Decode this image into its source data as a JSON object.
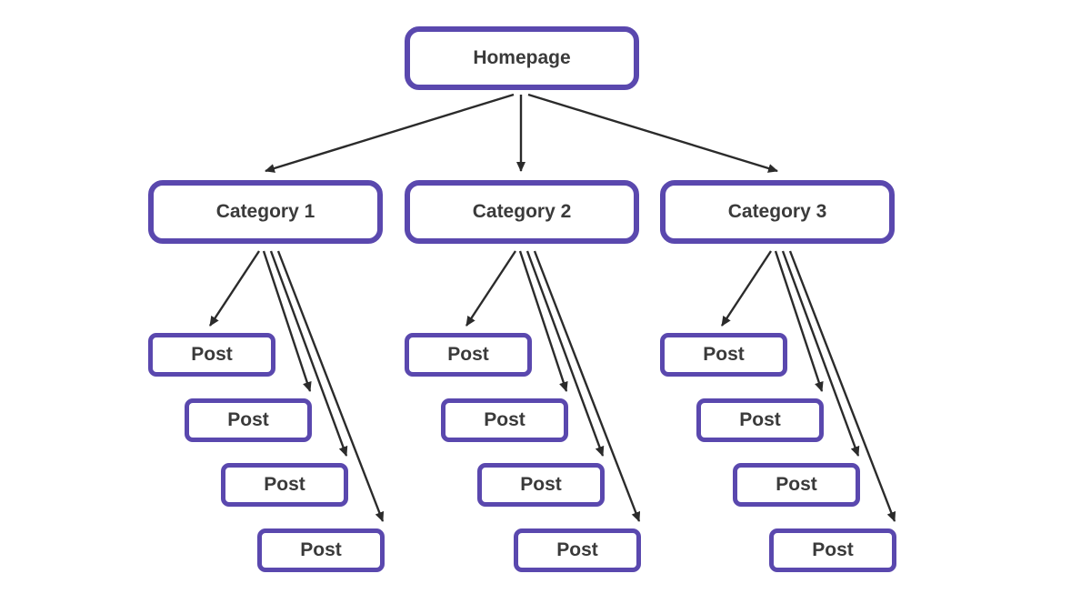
{
  "homepage": {
    "label": "Homepage"
  },
  "categories": [
    {
      "label": "Category 1",
      "posts": [
        "Post",
        "Post",
        "Post",
        "Post"
      ]
    },
    {
      "label": "Category 2",
      "posts": [
        "Post",
        "Post",
        "Post",
        "Post"
      ]
    },
    {
      "label": "Category 3",
      "posts": [
        "Post",
        "Post",
        "Post",
        "Post"
      ]
    }
  ],
  "colors": {
    "node_border": "#5a48ae",
    "node_text": "#3a3a3a",
    "arrow": "#2b2b2b",
    "background": "#ffffff"
  }
}
